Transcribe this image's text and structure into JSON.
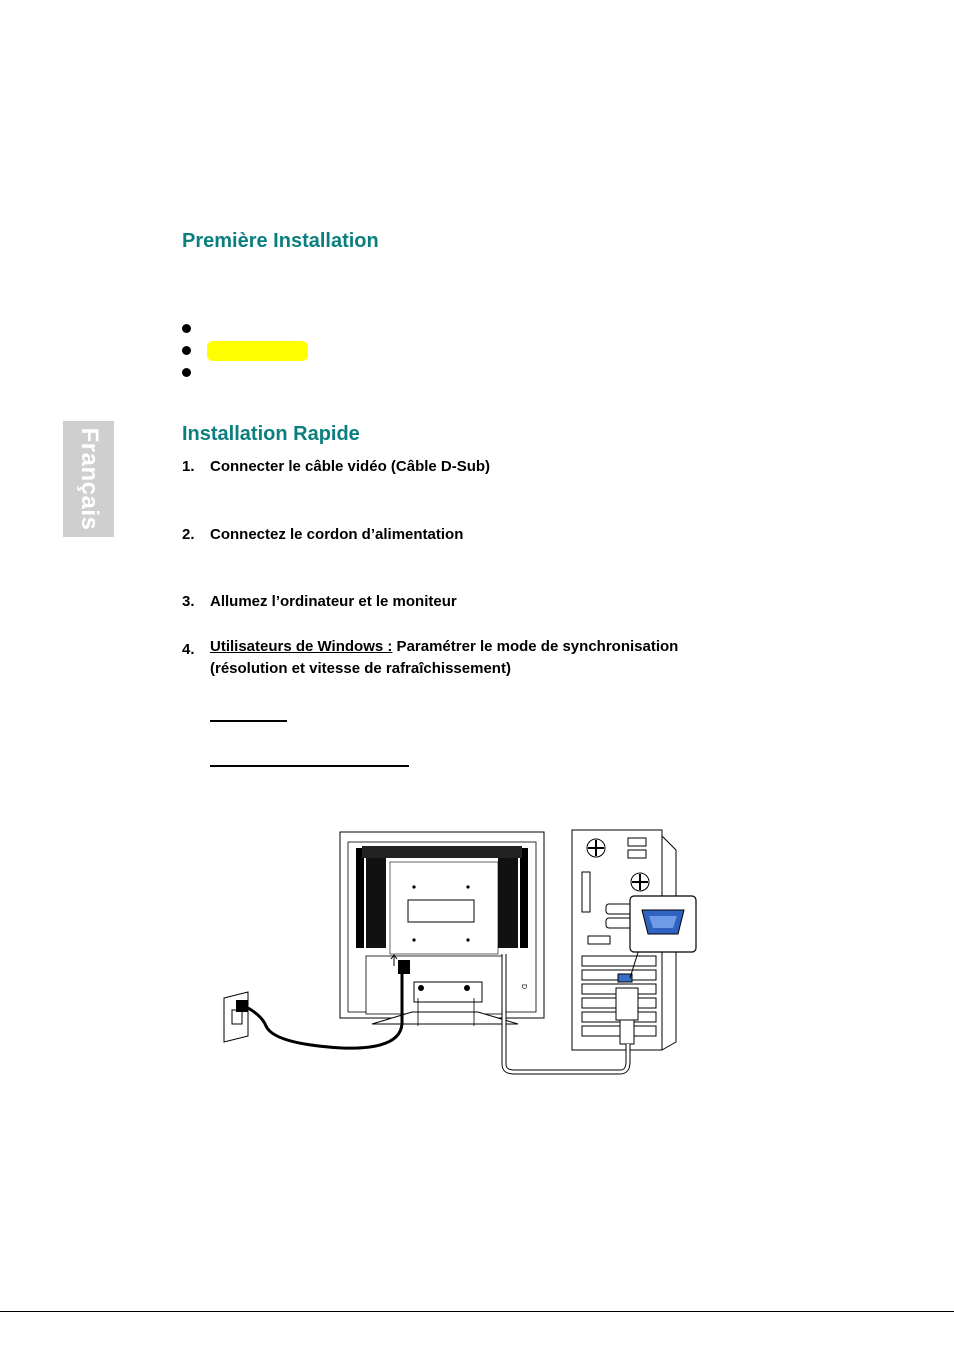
{
  "side_tab": {
    "label": "Français"
  },
  "section_first_install": {
    "title": "Première Installation"
  },
  "section_quick_install": {
    "title": "Installation Rapide",
    "steps": [
      {
        "num": "1.",
        "text": "Connecter le câble vidéo (Câble D-Sub)"
      },
      {
        "num": "2.",
        "text": "Connectez le cordon d’alimentation"
      },
      {
        "num": "3.",
        "text": "Allumez l’ordinateur et le moniteur"
      },
      {
        "num": "4.",
        "label": "Utilisateurs de Windows :",
        "text": " Paramétrer le mode de synchronisation",
        "line2": "(résolution et vitesse de rafraîchissement)"
      }
    ]
  },
  "colors": {
    "heading": "#0b7f7f",
    "highlight": "#ffff00",
    "tab": "#cfcfcf"
  },
  "figure": {
    "description_icon": "monitor-pc-connection-diagram"
  }
}
